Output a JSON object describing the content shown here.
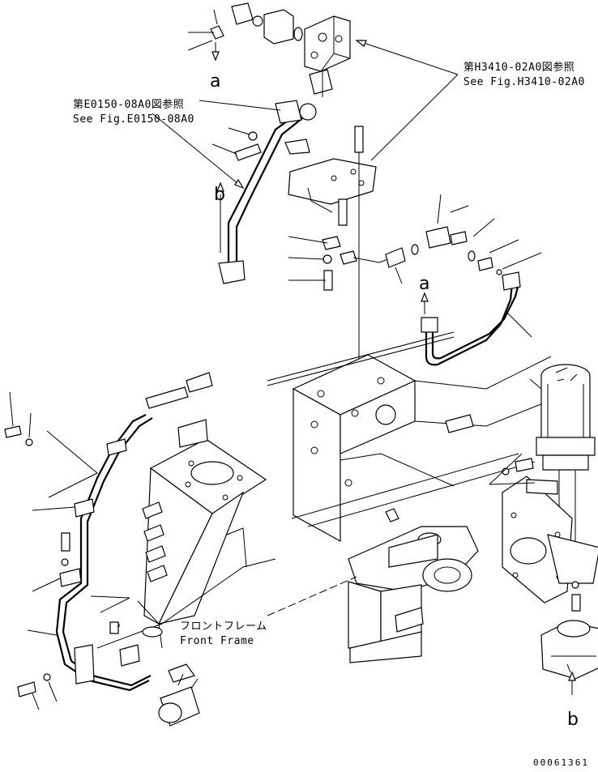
{
  "references": {
    "h3410": {
      "jp": "第H3410-02A0図参照",
      "en": "See Fig.H3410-02A0"
    },
    "e0150": {
      "jp": "第E0150-08A0図参照",
      "en": "See Fig.E0150-08A0"
    }
  },
  "front_frame": {
    "jp": "フロントフレーム",
    "en": "Front Frame"
  },
  "connection_letters": {
    "a_top": "a",
    "a_right": "a",
    "b_left": "b",
    "b_bottom": "b"
  },
  "drawing_number": "00061361"
}
